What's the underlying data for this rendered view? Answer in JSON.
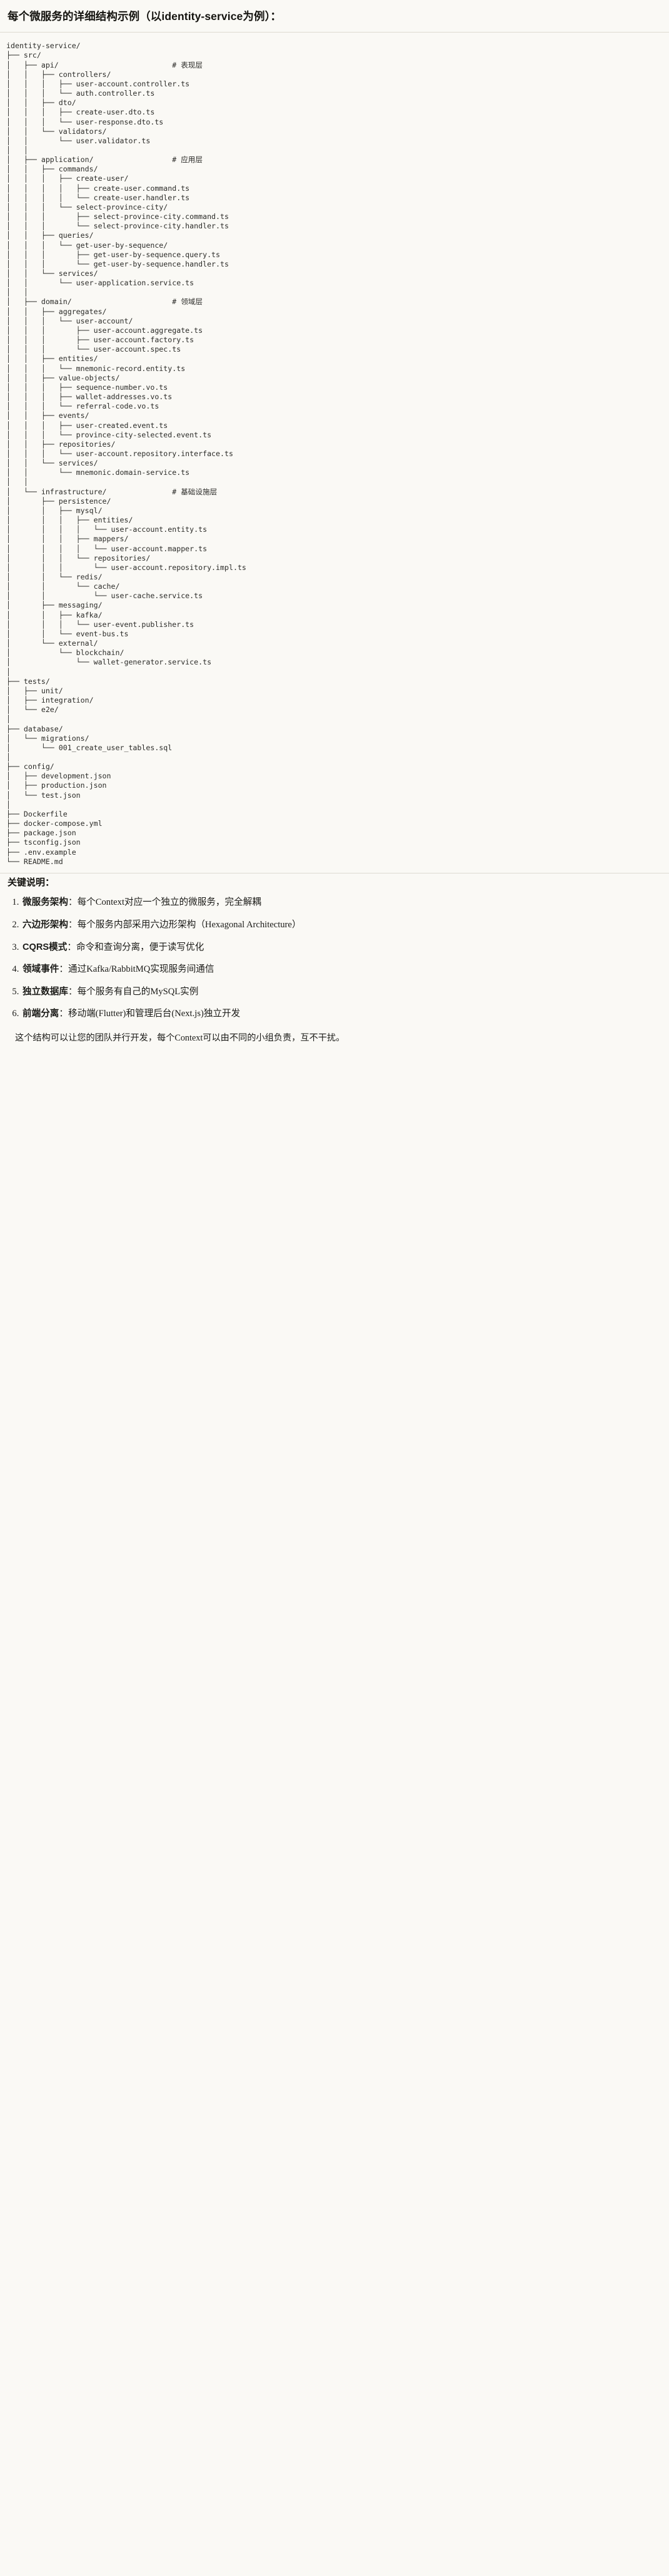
{
  "heading": {
    "text": "每个微服务的详细结构示例（以identity-service为例）："
  },
  "tree": {
    "root": "identity-service/",
    "comments": {
      "api": "# 表现层",
      "application": "# 应用层",
      "domain": "# 领域层",
      "infrastructure": "# 基础设施层"
    },
    "text": "identity-service/\n├── src/\n│   ├── api/                          # 表现层\n│   │   ├── controllers/\n│   │   │   ├── user-account.controller.ts\n│   │   │   └── auth.controller.ts\n│   │   ├── dto/\n│   │   │   ├── create-user.dto.ts\n│   │   │   └── user-response.dto.ts\n│   │   └── validators/\n│   │       └── user.validator.ts\n│   │\n│   ├── application/                  # 应用层\n│   │   ├── commands/\n│   │   │   ├── create-user/\n│   │   │   │   ├── create-user.command.ts\n│   │   │   │   └── create-user.handler.ts\n│   │   │   └── select-province-city/\n│   │   │       ├── select-province-city.command.ts\n│   │   │       └── select-province-city.handler.ts\n│   │   ├── queries/\n│   │   │   └── get-user-by-sequence/\n│   │   │       ├── get-user-by-sequence.query.ts\n│   │   │       └── get-user-by-sequence.handler.ts\n│   │   └── services/\n│   │       └── user-application.service.ts\n│   │\n│   ├── domain/                       # 领域层\n│   │   ├── aggregates/\n│   │   │   └── user-account/\n│   │   │       ├── user-account.aggregate.ts\n│   │   │       ├── user-account.factory.ts\n│   │   │       └── user-account.spec.ts\n│   │   ├── entities/\n│   │   │   └── mnemonic-record.entity.ts\n│   │   ├── value-objects/\n│   │   │   ├── sequence-number.vo.ts\n│   │   │   ├── wallet-addresses.vo.ts\n│   │   │   └── referral-code.vo.ts\n│   │   ├── events/\n│   │   │   ├── user-created.event.ts\n│   │   │   └── province-city-selected.event.ts\n│   │   ├── repositories/\n│   │   │   └── user-account.repository.interface.ts\n│   │   └── services/\n│   │       └── mnemonic.domain-service.ts\n│   │\n│   └── infrastructure/               # 基础设施层\n│       ├── persistence/\n│       │   ├── mysql/\n│       │   │   ├── entities/\n│       │   │   │   └── user-account.entity.ts\n│       │   │   ├── mappers/\n│       │   │   │   └── user-account.mapper.ts\n│       │   │   └── repositories/\n│       │   │       └── user-account.repository.impl.ts\n│       │   └── redis/\n│       │       └── cache/\n│       │           └── user-cache.service.ts\n│       ├── messaging/\n│       │   ├── kafka/\n│       │   │   └── user-event.publisher.ts\n│       │   └── event-bus.ts\n│       └── external/\n│           └── blockchain/\n│               └── wallet-generator.service.ts\n│\n├── tests/\n│   ├── unit/\n│   ├── integration/\n│   └── e2e/\n│\n├── database/\n│   └── migrations/\n│       └── 001_create_user_tables.sql\n│\n├── config/\n│   ├── development.json\n│   ├── production.json\n│   └── test.json\n│\n├── Dockerfile\n├── docker-compose.yml\n├── package.json\n├── tsconfig.json\n├── .env.example\n└── README.md"
  },
  "notes": {
    "title": "关键说明：",
    "separator": "：",
    "items": [
      {
        "term": "微服务架构",
        "desc": "每个Context对应一个独立的微服务，完全解耦"
      },
      {
        "term": "六边形架构",
        "desc": "每个服务内部采用六边形架构（Hexagonal Architecture）"
      },
      {
        "term": "CQRS模式",
        "desc": "命令和查询分离，便于读写优化"
      },
      {
        "term": "领域事件",
        "desc": "通过Kafka/RabbitMQ实现服务间通信"
      },
      {
        "term": "独立数据库",
        "desc": "每个服务有自己的MySQL实例"
      },
      {
        "term": "前端分离",
        "desc": "移动端(Flutter)和管理后台(Next.js)独立开发"
      }
    ],
    "closing": "这个结构可以让您的团队并行开发，每个Context可以由不同的小组负责，互不干扰。"
  }
}
